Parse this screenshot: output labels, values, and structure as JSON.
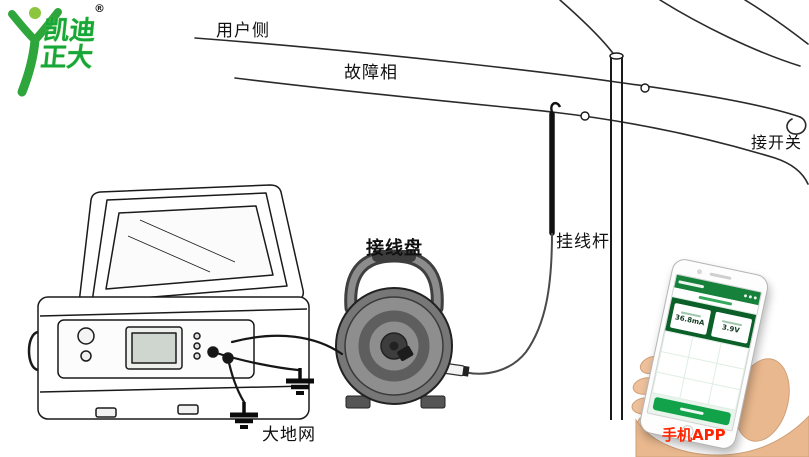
{
  "logo": {
    "brand_top": "凯迪",
    "brand_bottom": "正大",
    "registered": "®",
    "brand_color": "#16a73b"
  },
  "labels": {
    "user_side": "用户侧",
    "fault_phase": "故障相",
    "connect_switch": "接开关",
    "cable_reel": "接线盘",
    "hanging_rod": "挂线杆",
    "earth_net": "大地网",
    "phone_app": "手机APP"
  },
  "phone_app": {
    "reading_left": "36.8mA",
    "reading_right": "3.9V",
    "screen_color": "#15813a",
    "label_color": "#ff2400"
  }
}
